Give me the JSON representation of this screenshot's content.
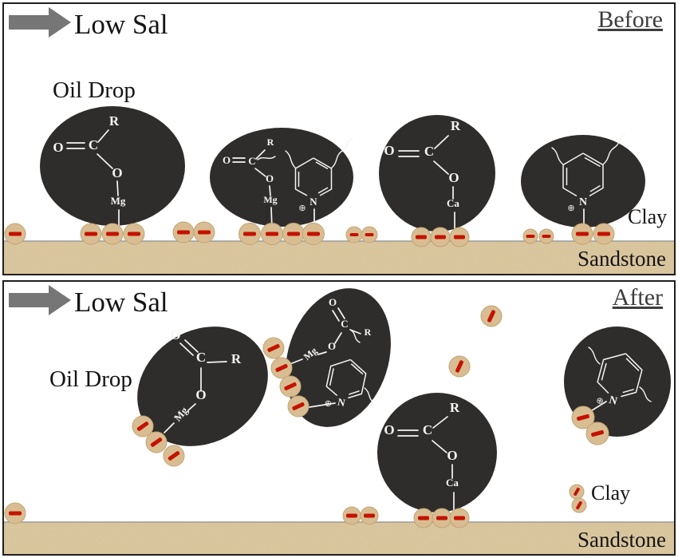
{
  "labels": {
    "flow": "Low Sal",
    "oil_drop": "Oil Drop",
    "clay": "Clay",
    "sandstone": "Sandstone"
  },
  "panels": [
    {
      "state_label": "Before"
    },
    {
      "state_label": "After"
    }
  ],
  "chem": {
    "O": "O",
    "C": "C",
    "R": "R",
    "Mg": "Mg",
    "Ca": "Ca",
    "N": "N",
    "plus_charge": "⊕"
  },
  "colors": {
    "oil_drop": "#2e2d2b",
    "clay": "#d9bd92",
    "negative_charge": "#c41200",
    "sandstone": "#dcc79e",
    "arrow": "#767676",
    "panel_border": "#1f1f1f",
    "structure": "#f5f5f5",
    "state_label": "#3d3d3d",
    "text": "#141414"
  }
}
